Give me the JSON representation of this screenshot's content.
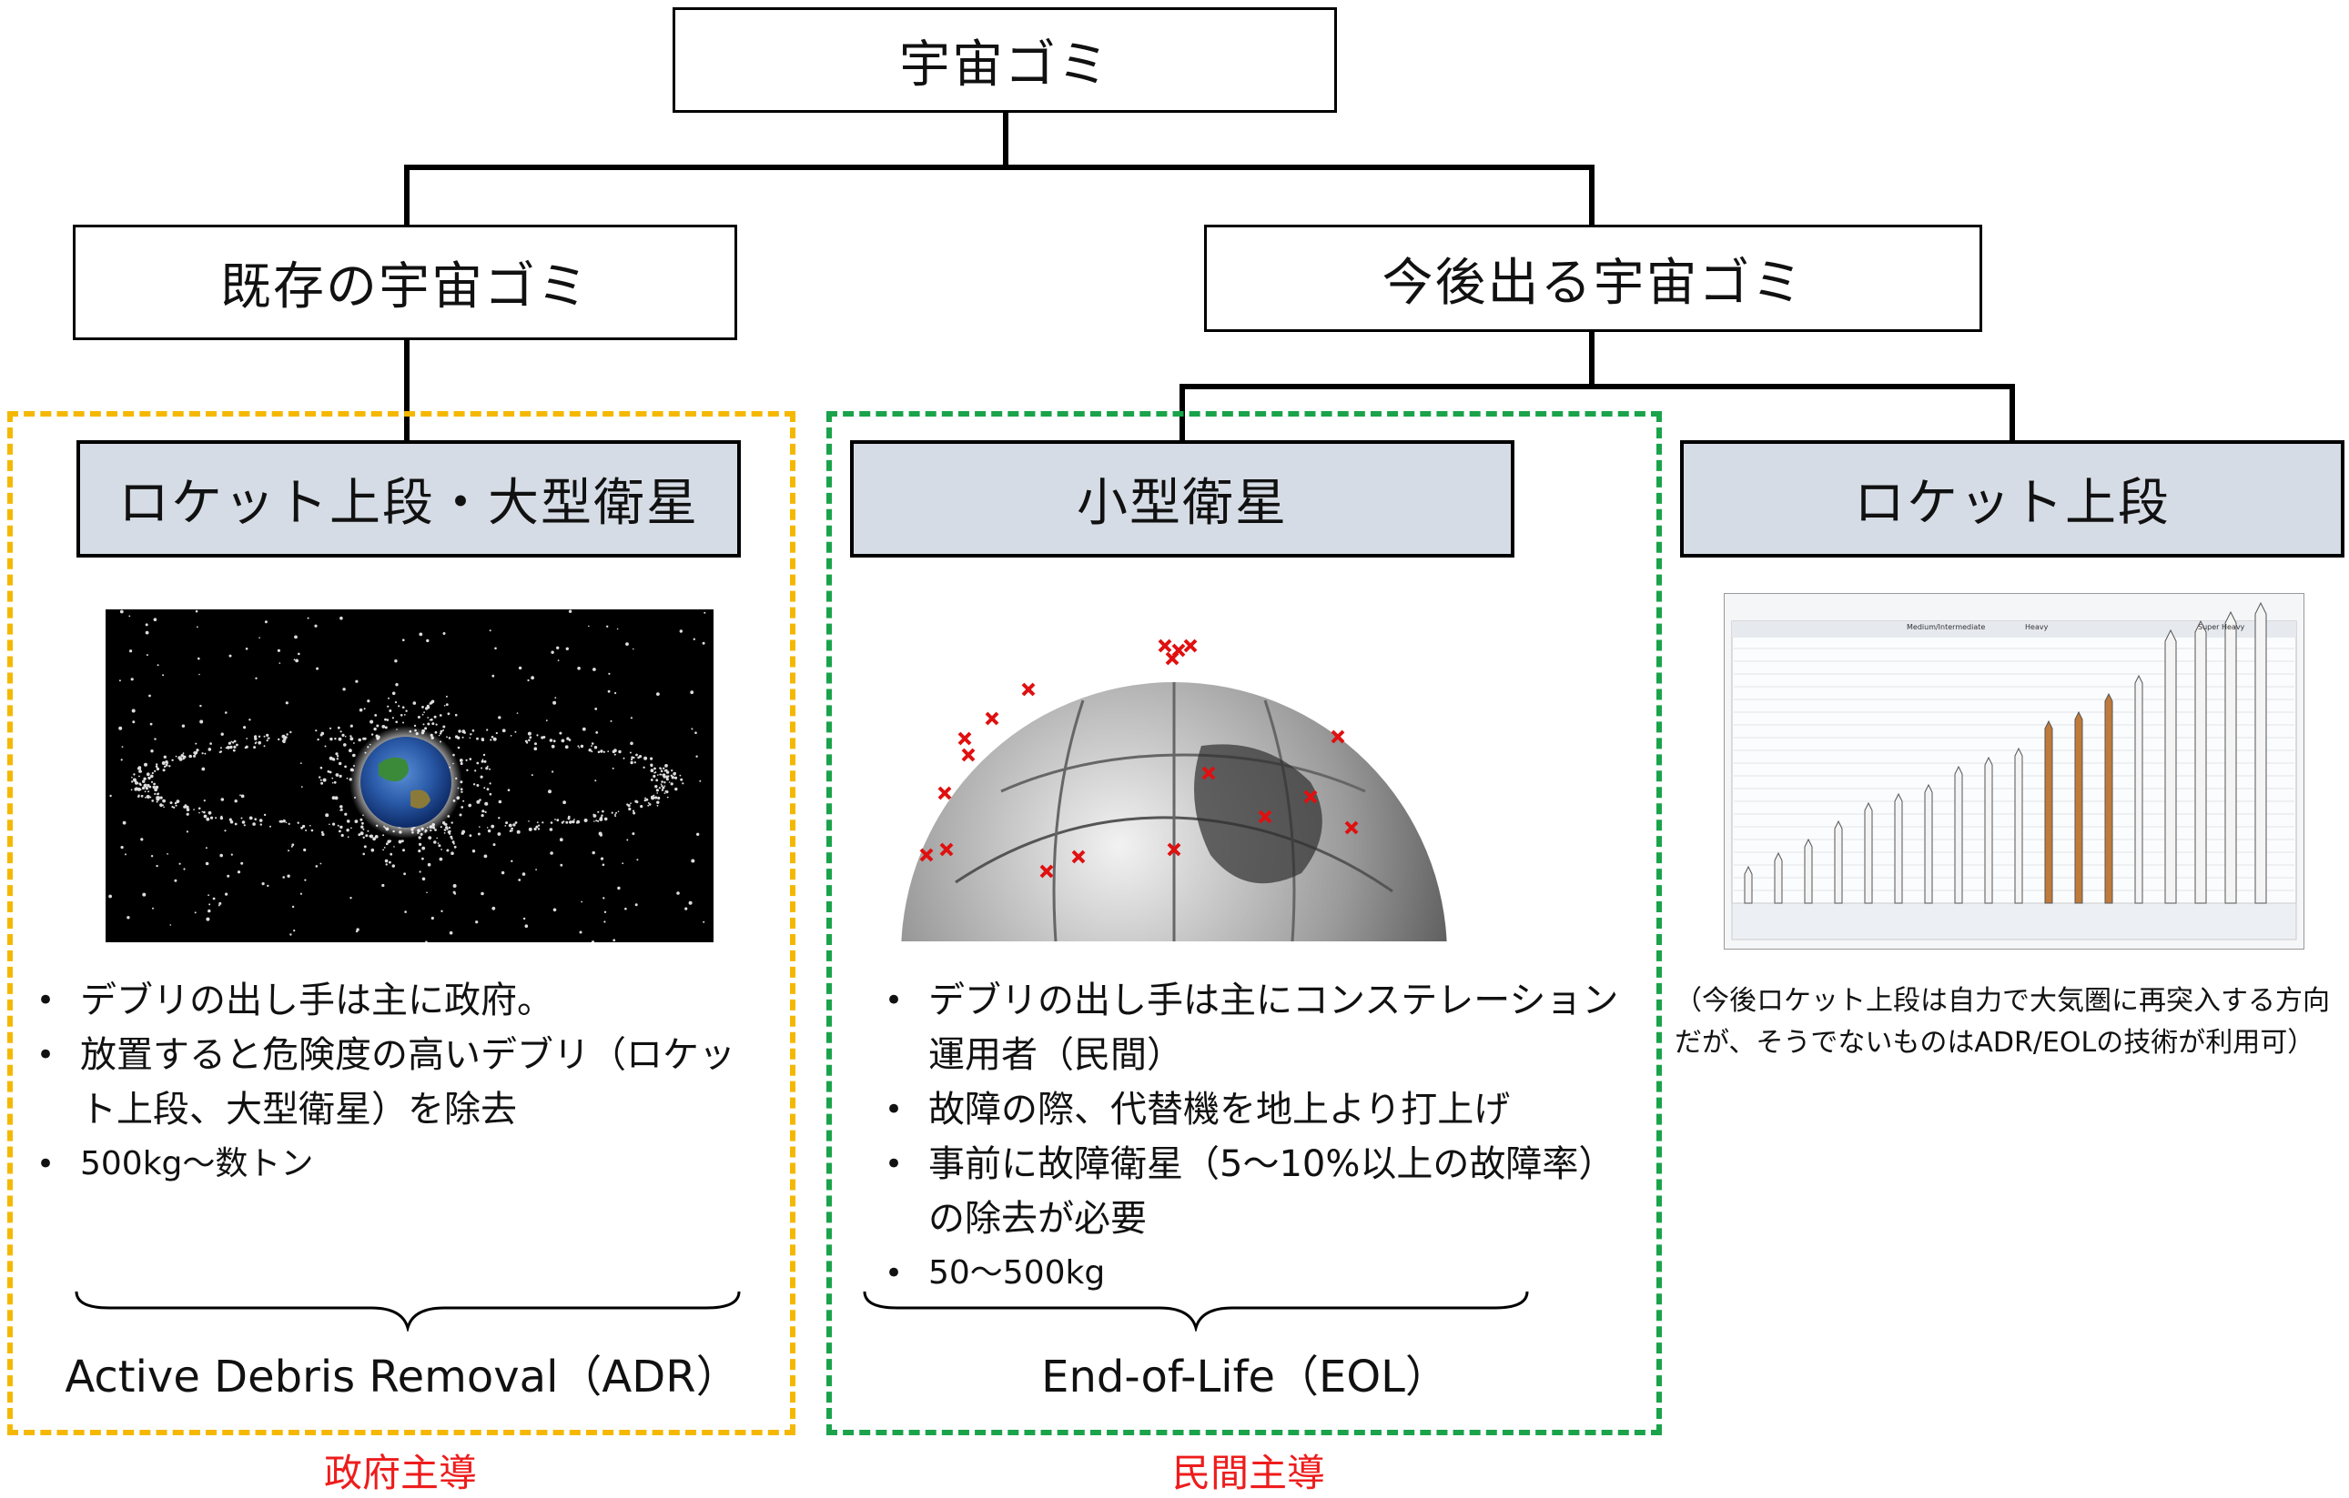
{
  "root": {
    "label": "宇宙ゴミ"
  },
  "existing": {
    "label": "既存の宇宙ゴミ"
  },
  "future": {
    "label": "今後出る宇宙ゴミ"
  },
  "adr_group": {
    "header": "ロケット上段・大型衛星",
    "bullets": [
      "デブリの出し手は主に政府。",
      "放置すると危険度の高いデブリ（ロケット上段、大型衛星）を除去",
      "500kg～数トン"
    ],
    "caption": "Active Debris Removal（ADR）",
    "lead": "政府主導",
    "border_color": "#f5b800"
  },
  "eol_group": {
    "header": "小型衛星",
    "bullets": [
      "デブリの出し手は主にコンステレーション運用者（民間）",
      "故障の際、代替機を地上より打上げ",
      "事前に故障衛星（5～10%以上の故障率）の除去が必要",
      "50～500kg"
    ],
    "caption": "End-of-Life（EOL）",
    "lead": "民間主導",
    "border_color": "#1aa34a"
  },
  "rocket_group": {
    "header": "ロケット上段",
    "note": "（今後ロケット上段は自力で大気圏に再突入する方向だが、そうでないものはADR/EOLの技術が利用可）",
    "chart_header": [
      "Medium/Intermediate",
      "Heavy",
      "Super Heavy"
    ]
  },
  "colors": {
    "header_fill": "#d6dce5",
    "lead_red": "#ee1c1c"
  }
}
